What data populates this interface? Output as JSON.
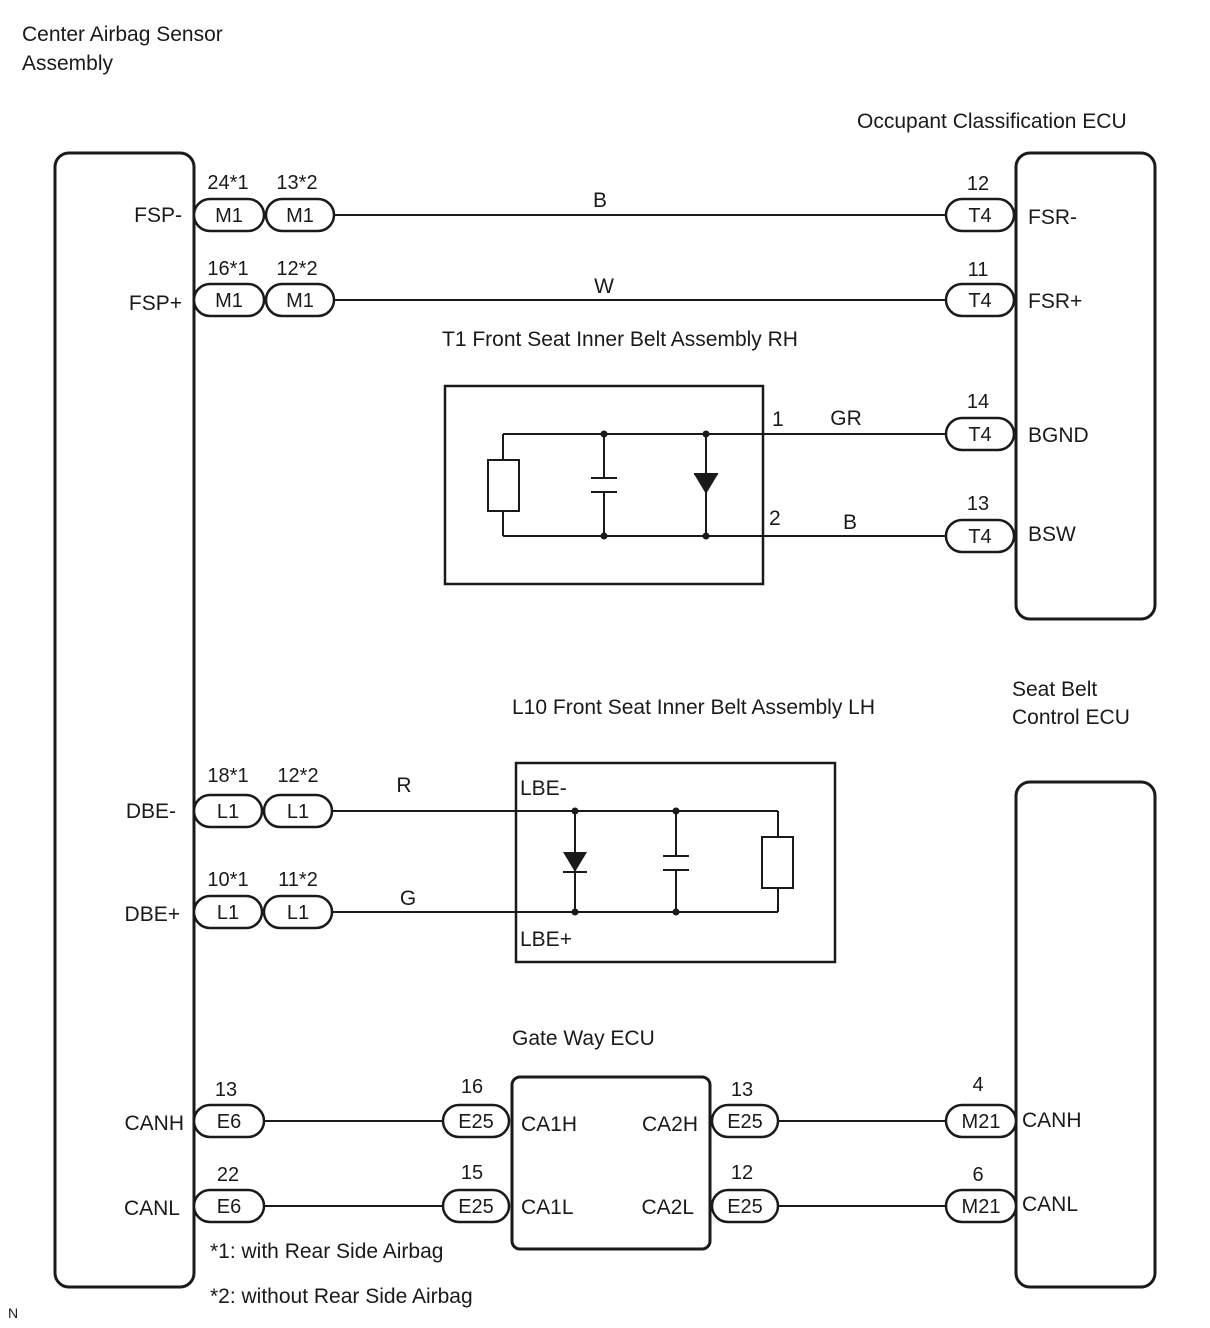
{
  "components": {
    "center_airbag": {
      "title_line1": "Center Airbag Sensor",
      "title_line2": "Assembly"
    },
    "occupant_ecu": {
      "title": "Occupant Classification ECU"
    },
    "seat_belt_ecu": {
      "title_line1": "Seat Belt",
      "title_line2": "Control ECU"
    },
    "belt_rh": {
      "title": "T1 Front Seat Inner Belt Assembly RH",
      "pin1": "1",
      "pin2": "2"
    },
    "belt_lh": {
      "title": "L10 Front Seat Inner Belt Assembly LH",
      "lbe_minus": "LBE-",
      "lbe_plus": "LBE+"
    },
    "gateway_ecu": {
      "title": "Gate Way ECU",
      "ca1h": "CA1H",
      "ca1l": "CA1L",
      "ca2h": "CA2H",
      "ca2l": "CA2L"
    }
  },
  "terminals": {
    "fsp_minus": "FSP-",
    "fsp_plus": "FSP+",
    "dbe_minus": "DBE-",
    "dbe_plus": "DBE+",
    "canh_left": "CANH",
    "canl_left": "CANL",
    "fsr_minus": "FSR-",
    "fsr_plus": "FSR+",
    "bgnd": "BGND",
    "bsw": "BSW",
    "canh_right": "CANH",
    "canl_right": "CANL"
  },
  "connectors": {
    "fsp_minus_a": {
      "name": "M1",
      "pin": "24*1"
    },
    "fsp_minus_b": {
      "name": "M1",
      "pin": "13*2"
    },
    "fsp_plus_a": {
      "name": "M1",
      "pin": "16*1"
    },
    "fsp_plus_b": {
      "name": "M1",
      "pin": "12*2"
    },
    "fsr_minus": {
      "name": "T4",
      "pin": "12"
    },
    "fsr_plus": {
      "name": "T4",
      "pin": "11"
    },
    "bgnd": {
      "name": "T4",
      "pin": "14"
    },
    "bsw": {
      "name": "T4",
      "pin": "13"
    },
    "dbe_minus_a": {
      "name": "L1",
      "pin": "18*1"
    },
    "dbe_minus_b": {
      "name": "L1",
      "pin": "12*2"
    },
    "dbe_plus_a": {
      "name": "L1",
      "pin": "10*1"
    },
    "dbe_plus_b": {
      "name": "L1",
      "pin": "11*2"
    },
    "canh_left": {
      "name": "E6",
      "pin": "13"
    },
    "canl_left": {
      "name": "E6",
      "pin": "22"
    },
    "ca1h": {
      "name": "E25",
      "pin": "16"
    },
    "ca1l": {
      "name": "E25",
      "pin": "15"
    },
    "ca2h": {
      "name": "E25",
      "pin": "13"
    },
    "ca2l": {
      "name": "E25",
      "pin": "12"
    },
    "canh_right": {
      "name": "M21",
      "pin": "4"
    },
    "canl_right": {
      "name": "M21",
      "pin": "6"
    }
  },
  "wires": {
    "fsp_minus": "B",
    "fsp_plus": "W",
    "bgnd": "GR",
    "bsw": "B",
    "dbe_minus": "R",
    "dbe_plus": "G"
  },
  "notes": {
    "note1": "*1: with Rear Side Airbag",
    "note2": "*2: without Rear Side Airbag",
    "corner": "N"
  }
}
